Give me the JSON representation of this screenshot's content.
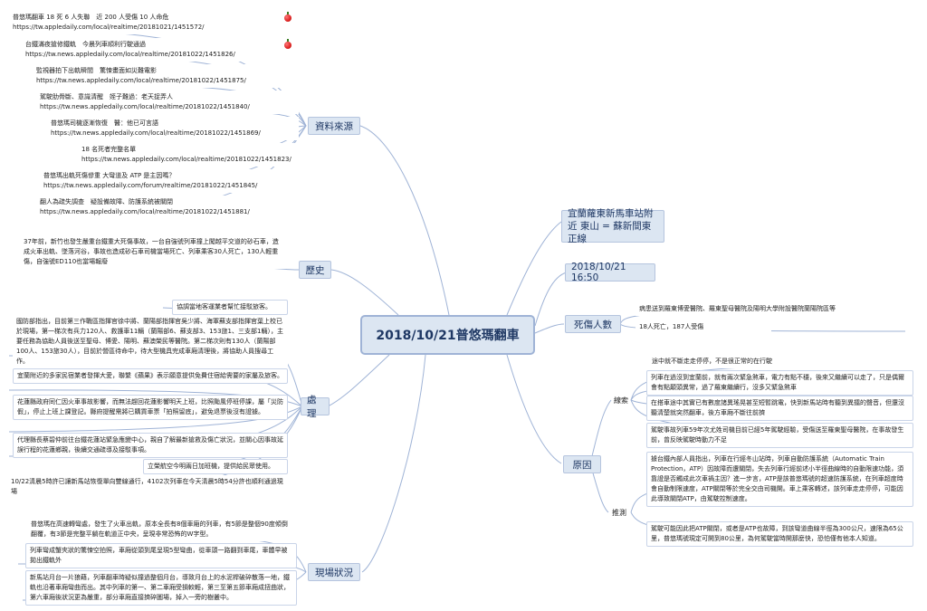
{
  "central": "2018/10/21普悠瑪翻車",
  "location": "宜蘭蘿東新馬車站附近 東山 = 蘇新間東正線",
  "datetime": "2018/10/21 16:50",
  "casualties": {
    "label": "死傷人數",
    "items": [
      "病患送到羅東博愛醫院、羅東聖母醫院及陽明大學附設醫院蘭陽院區等",
      "18人死亡，187人受傷"
    ]
  },
  "causes": {
    "label": "原因",
    "clues_label": "線索",
    "clues": [
      "途中就不斷走走停停，不是很正常的在行駛",
      "列車在過沒到宜蘭前，就有兩次緊急煞車，電力有點不穩，後來又繼續可以走了，只是偶爾會有點顛頭異常，過了羅東繼續行，沒多又緊急煞車",
      "在搭車途中其實已有數度諸異瑤晃甚至短暫跳電，快到新馬站時有聽到異擂的聲音，但還沒聽清楚就突然翻車，後方車廂不斷往前擠",
      "駕駛事故列車59年次尤姓司機目前已經5年駕駛經驗，受傷送至羅東聖母醫院，在事故發生前，曾反映駕駛時動力不足"
    ],
    "inference_label": "推測",
    "inferences": [
      "據台鐵內部人員指出，列車在行經冬山站時，列車自動防護系統（Automatic Train Protection，ATP）因故障而遭關閉，失去列車行經前述小半徑曲線時的自動限速功能，須靠證是否觸成此次車禍主因？進一步言，ATP是該普悠瑪號的超速防護系統，在列車超度時會自動制限速度，ATP關閉等於完全交由司機開。車上乘客轉述，該列車走走停停，可能因此導致關閉ATP，由駕駛控制速度。",
      "駕駛可能因此把ATP關閉，或者是ATP也故障，到該彎道曲線半徑為300公尺，速限為65公里，普悠瑪號現定可開到80公里，為何駕駛當時開那麼快，恐怕僅有他本人知道。"
    ]
  },
  "sources": {
    "label": "資料來源",
    "items": [
      "普悠瑪翻車 18 死 6 人失聯　近 200 人受傷 10 人命危 https://tw.appledaily.com/local/realtime/20181021/1451572/",
      "台鐵滿夜搶修鐵軌　今晨列車順利行駛通過 https://tw.news.appledaily.com/local/realtime/20181022/1451826/",
      "監視器拍下出軌瞬間　驚悚畫面如災難電影 https://tw.news.appledaily.com/local/realtime/20181022/1451875/",
      "駕駛肋骨斷、意識清醒　姪子難過：老天捉弄人 https://tw.news.appledaily.com/local/realtime/20181022/1451840/",
      "普悠瑪司機逐漸恢復　醫：他已可言語 https://tw.news.appledaily.com/local/realtime/20181022/1451869/",
      "18 名死者完整名單 https://tw.news.appledaily.com/local/realtime/20181022/1451823/",
      "普悠瑪出軌死傷慘重 大彎道及 ATP 是主因嗎？ https://tw.news.appledaily.com/forum/realtime/20181022/1451845/",
      "翻人為疏失調查　疑設備故障、防護系統被關閉 https://tw.news.appledaily.com/local/realtime/20181022/1451881/"
    ]
  },
  "history": {
    "label": "歷史",
    "text": "37年前，新竹也發生嚴重台鐵重大死傷事故，一台自強號列車撞上闖越平交道的砂石車，造成火車出軌、墜落河谷，事故也造成砂石車司機當場死亡、列車乘客30人死亡，130人輕重傷，自強號ED110也當場報廢"
  },
  "handling": {
    "label": "處理",
    "items": [
      "協調當地客運業者幫忙接駁旅客。",
      "國防部指出，目前第三作戰區指揮官徐中將、蘭陽部指揮官吳少將、海軍蘇支部指揮官葉上校已於現場，第一梯次有兵力120人、救護車11輛（蘭陽部6、蘇支部3、153旅1、三支部1輛），主要任務為協助人員後送至聖母、博愛、陽明、蘇澳榮民等醫院。第二梯次則有130人（蘭陽部100人、153旅30人），目前於營區待命中，待大型機具完成車廂清理後，將協助人員搜尋工作。",
      "宜蘭附近的多家民宿業者發揮大愛，聯繫《蘋果》表示願意提供免費住宿給需要的家屬及旅客。",
      "花蓮縣政府同仁因火車事故影響，而無法趕回花蓮影響明天上班，比照颱風停班停課，屬「災防假」，停止上班上課登記。縣府提醒需將已購買車票「拍照留底」，避免退票後沒有證據。",
      "代理縣長蔡碧仲前往台鐵花蓮站緊急應變中心，親自了解最新搶救及傷亡狀況，並關心因事故延誤行程的花蓮鄉親，後續交通疏導及接駁事項。",
      "立榮航空今明兩日加班機，提供給民眾使用。",
      "10/22清晨5時許已讓新馬站恢復單向雙線通行，4102次列車在今天清晨5時54分許也順利通過現場"
    ]
  },
  "scene": {
    "label": "現場狀況",
    "items": [
      "普悠瑪在高速轉彎處，發生了火車出軌，原本全長有8個車廂的列車，有5節是整個90度傾倒翻覆，有3節是完整平躺在軌道正中央，呈現非常恐怖的W字型。",
      "列車彎成蟹夾狀的驚悚空拍照，車廂從頭到尾呈現5型彎曲，從車頭一路翻到車尾，車體早被拋出鐵軌外",
      "新馬站月台一片狼藉，列車翻車時疑似撞過整個月台，導致月台上的水泥桿破碎散落一地，鐵軌也沿著車廂彎曲而出。其中列車的第一、第二車廂受損較輕，第三至第五節車廂成扭曲狀，第六車廂後狀況更為嚴重，部分車廂直接擠碎圖場，掉入一旁的樹叢中。"
    ]
  },
  "colors": {
    "branch": "#9fb3d6",
    "node_fill": "#dce6f2",
    "node_text": "#1f3864",
    "apple": "#d22222"
  }
}
